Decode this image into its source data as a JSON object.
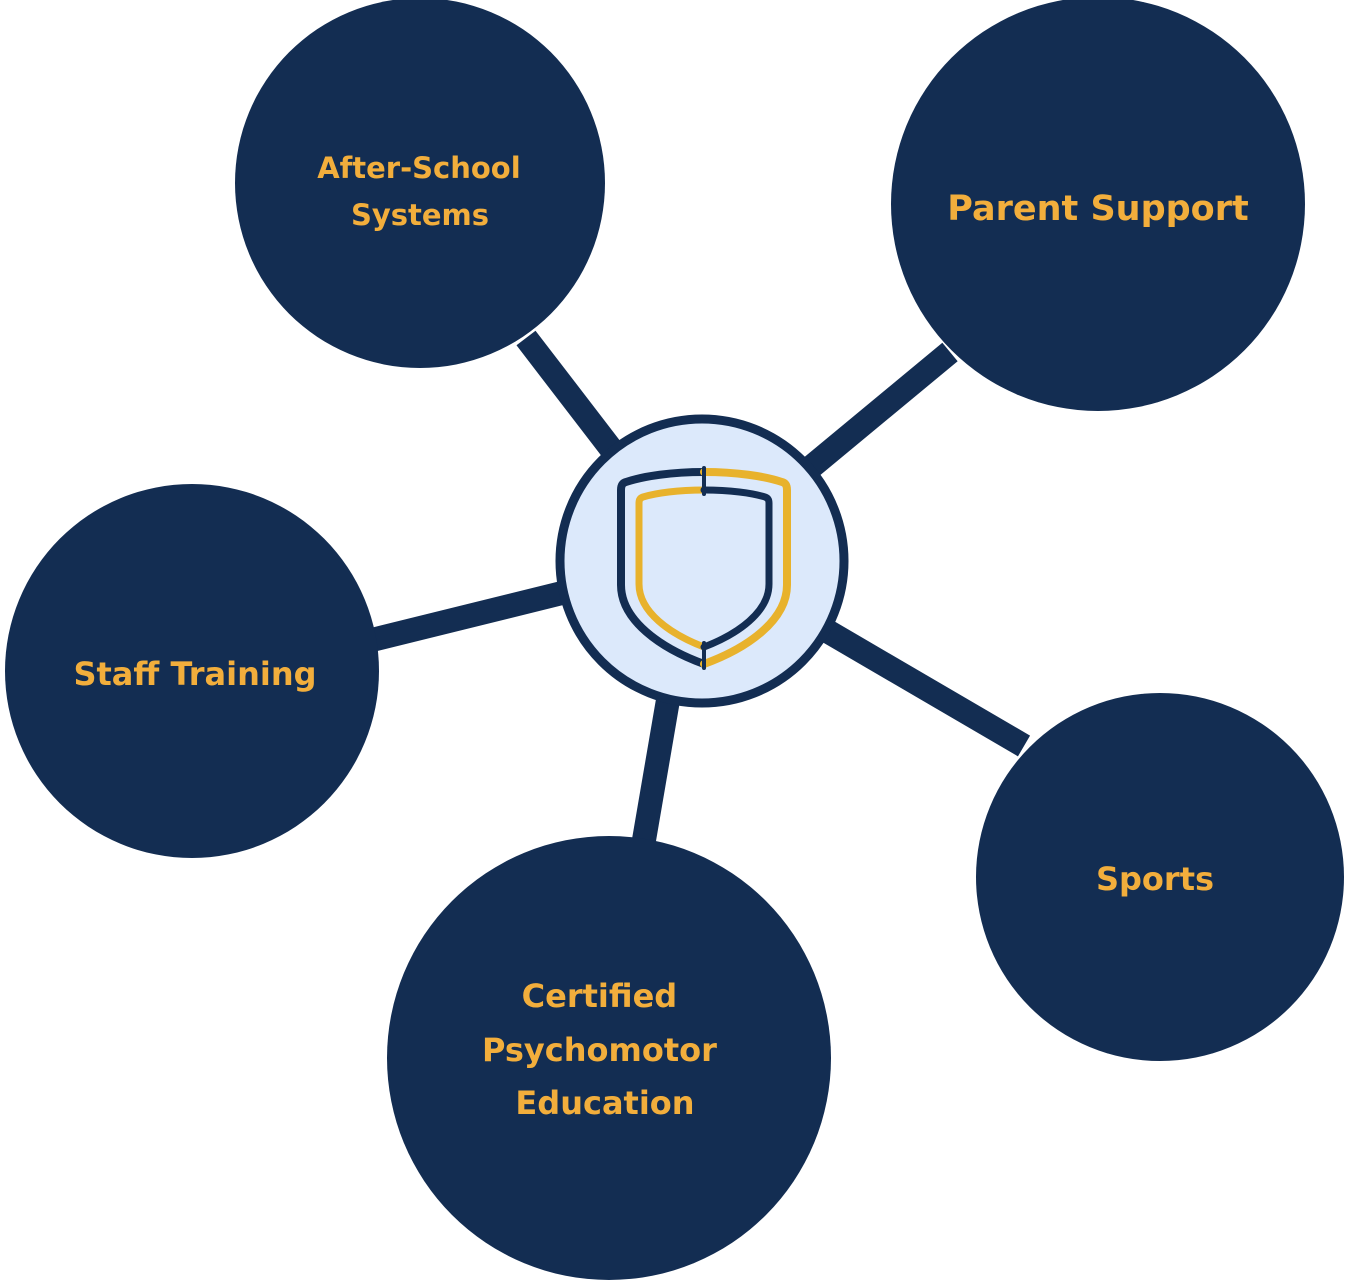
{
  "colors": {
    "navy": "#132d52",
    "gold": "#f2ae3c",
    "hub_fill": "#dce9fb",
    "shield_gold": "#e8b22c"
  },
  "hub": {
    "icon": "shield-icon"
  },
  "nodes": [
    {
      "id": "after-school-systems",
      "lines": [
        "After-School",
        "Systems"
      ]
    },
    {
      "id": "parent-support",
      "lines": [
        "Parent Support"
      ]
    },
    {
      "id": "staff-training",
      "lines": [
        "Staff Training"
      ]
    },
    {
      "id": "certified-psychomotor-education",
      "lines": [
        "Certified",
        "Psychomotor",
        "Education"
      ]
    },
    {
      "id": "sports",
      "lines": [
        "Sports"
      ]
    }
  ]
}
